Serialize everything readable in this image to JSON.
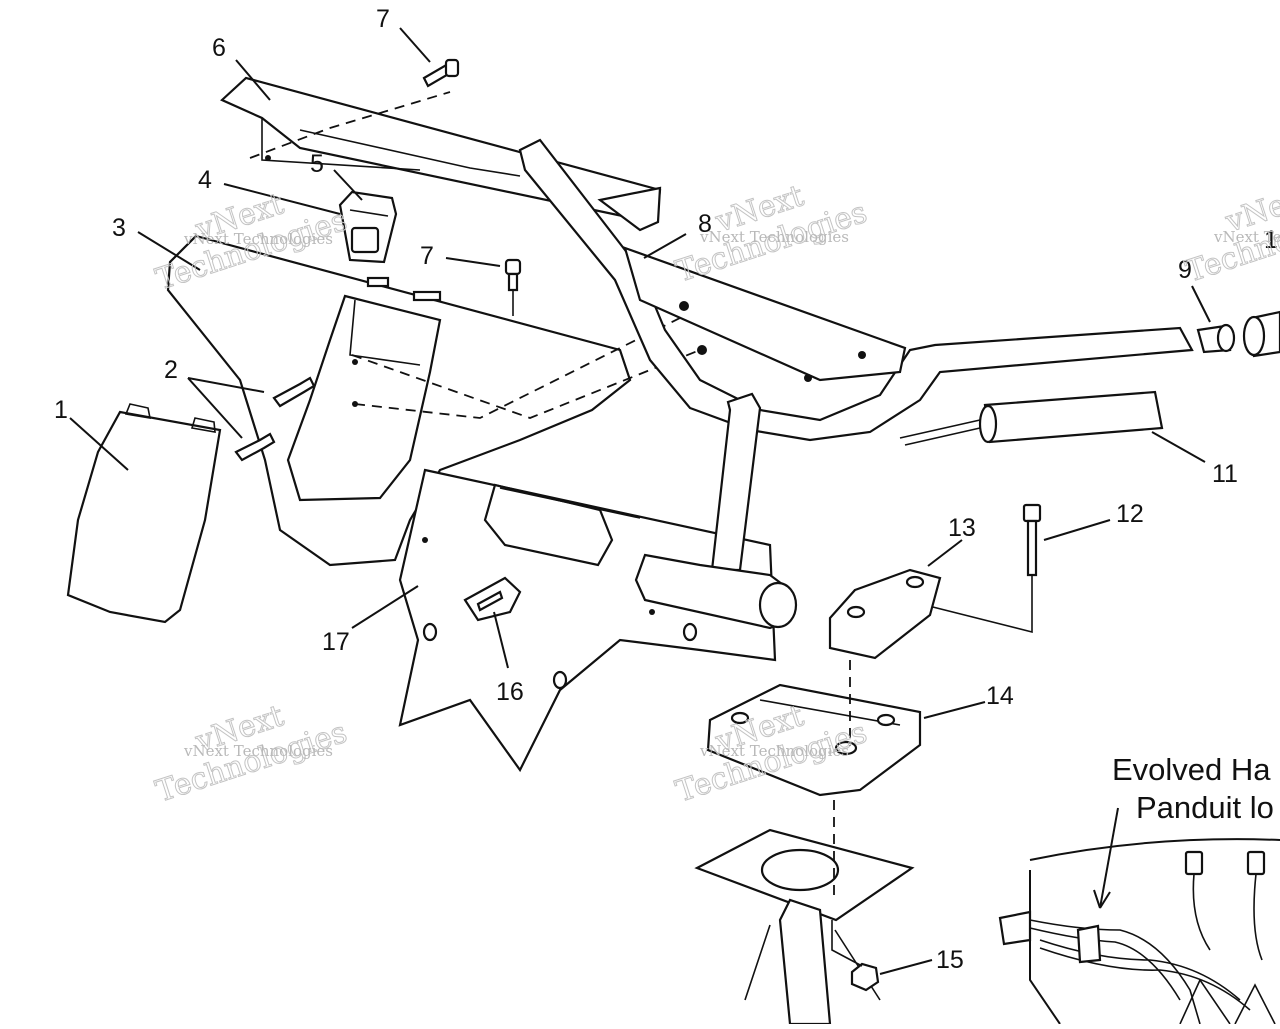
{
  "diagram": {
    "callouts": [
      {
        "id": "1",
        "label": "1"
      },
      {
        "id": "2",
        "label": "2"
      },
      {
        "id": "3",
        "label": "3"
      },
      {
        "id": "4",
        "label": "4"
      },
      {
        "id": "5",
        "label": "5"
      },
      {
        "id": "6",
        "label": "6"
      },
      {
        "id": "7a",
        "label": "7"
      },
      {
        "id": "7b",
        "label": "7"
      },
      {
        "id": "8",
        "label": "8"
      },
      {
        "id": "9",
        "label": "9"
      },
      {
        "id": "11",
        "label": "11"
      },
      {
        "id": "12",
        "label": "12"
      },
      {
        "id": "13",
        "label": "13"
      },
      {
        "id": "14",
        "label": "14"
      },
      {
        "id": "15",
        "label": "15"
      },
      {
        "id": "16",
        "label": "16"
      },
      {
        "id": "17",
        "label": "17"
      },
      {
        "id": "1x",
        "label": "1"
      }
    ],
    "watermark": {
      "line1": "vNext Technologies",
      "big1": "vNext",
      "big2": "Technologies"
    },
    "inset": {
      "title_line1": "Evolved Ha",
      "title_line2": "Panduit lo"
    }
  }
}
